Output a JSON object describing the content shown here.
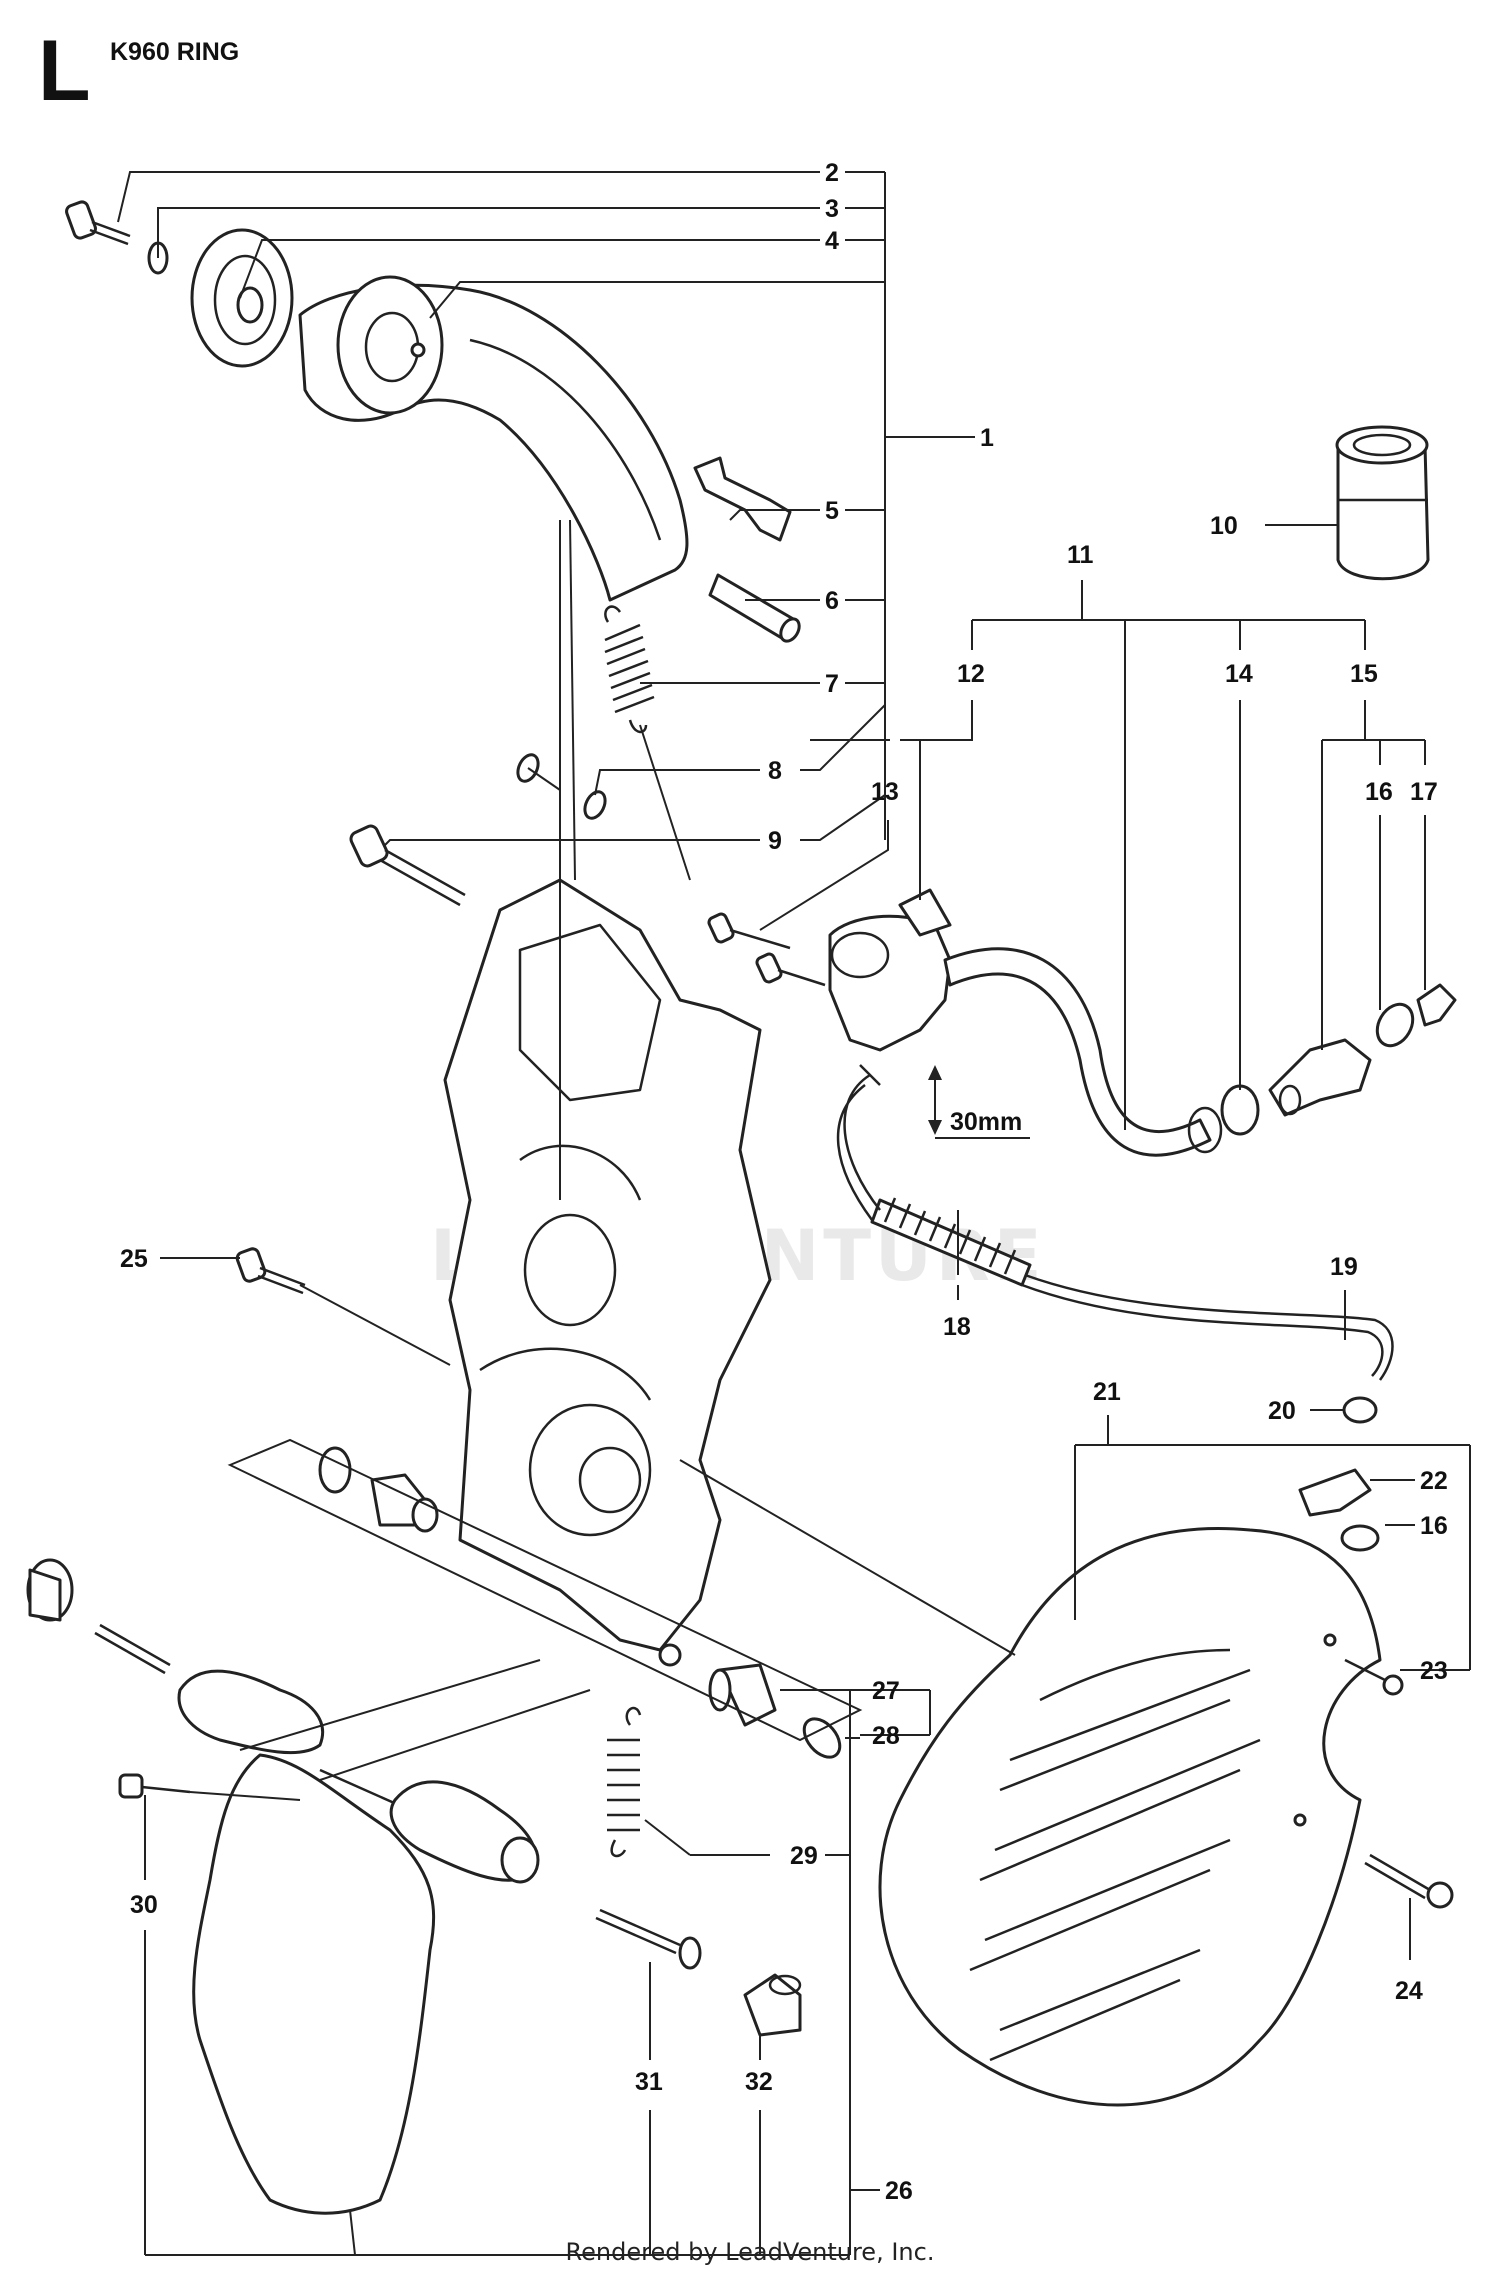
{
  "header": {
    "section_letter": "L",
    "title": "K960 RING"
  },
  "footer": {
    "credit": "Rendered by LeadVenture, Inc."
  },
  "watermark": "LEADVENTURE",
  "dimension_label": "30mm",
  "callouts": [
    {
      "id": "c1",
      "label": "1"
    },
    {
      "id": "c2",
      "label": "2"
    },
    {
      "id": "c3",
      "label": "3"
    },
    {
      "id": "c4",
      "label": "4"
    },
    {
      "id": "c5",
      "label": "5"
    },
    {
      "id": "c6",
      "label": "6"
    },
    {
      "id": "c7",
      "label": "7"
    },
    {
      "id": "c8",
      "label": "8"
    },
    {
      "id": "c9",
      "label": "9"
    },
    {
      "id": "c10",
      "label": "10"
    },
    {
      "id": "c11",
      "label": "11"
    },
    {
      "id": "c12",
      "label": "12"
    },
    {
      "id": "c13",
      "label": "13"
    },
    {
      "id": "c14",
      "label": "14"
    },
    {
      "id": "c15",
      "label": "15"
    },
    {
      "id": "c16a",
      "label": "16"
    },
    {
      "id": "c17",
      "label": "17"
    },
    {
      "id": "c18",
      "label": "18"
    },
    {
      "id": "c19",
      "label": "19"
    },
    {
      "id": "c20",
      "label": "20"
    },
    {
      "id": "c21",
      "label": "21"
    },
    {
      "id": "c22",
      "label": "22"
    },
    {
      "id": "c16b",
      "label": "16"
    },
    {
      "id": "c23",
      "label": "23"
    },
    {
      "id": "c24",
      "label": "24"
    },
    {
      "id": "c25",
      "label": "25"
    },
    {
      "id": "c26",
      "label": "26"
    },
    {
      "id": "c27",
      "label": "27"
    },
    {
      "id": "c28",
      "label": "28"
    },
    {
      "id": "c29",
      "label": "29"
    },
    {
      "id": "c30",
      "label": "30"
    },
    {
      "id": "c31",
      "label": "31"
    },
    {
      "id": "c32",
      "label": "32"
    }
  ]
}
